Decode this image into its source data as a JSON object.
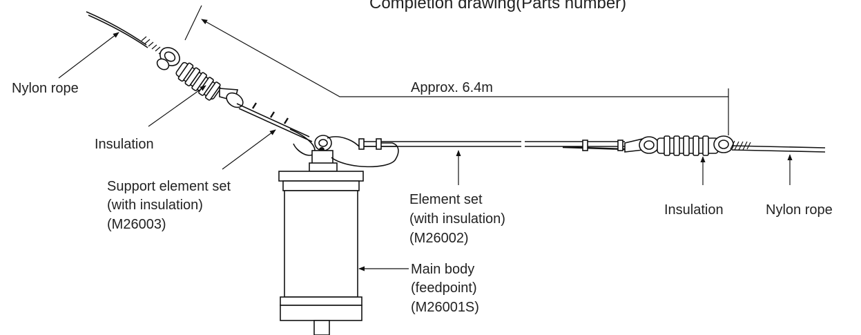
{
  "title": "Completion drawing(Parts number)",
  "dimension": {
    "text": "Approx. 6.4m"
  },
  "labels": {
    "nylon_rope_left": "Nylon rope",
    "insulation_left": "Insulation",
    "support_line1": "Support element set",
    "support_line2": "(with insulation)",
    "support_line3": "(M26003)",
    "element_line1": "Element set",
    "element_line2": "(with insulation)",
    "element_line3": "(M26002)",
    "main_line1": "Main body",
    "main_line2": "(feedpoint)",
    "main_line3": "(M26001S)",
    "insulation_right": "Insulation",
    "nylon_rope_right": "Nylon rope"
  },
  "colors": {
    "ink": "#111111",
    "text": "#222222",
    "background": "#ffffff"
  }
}
